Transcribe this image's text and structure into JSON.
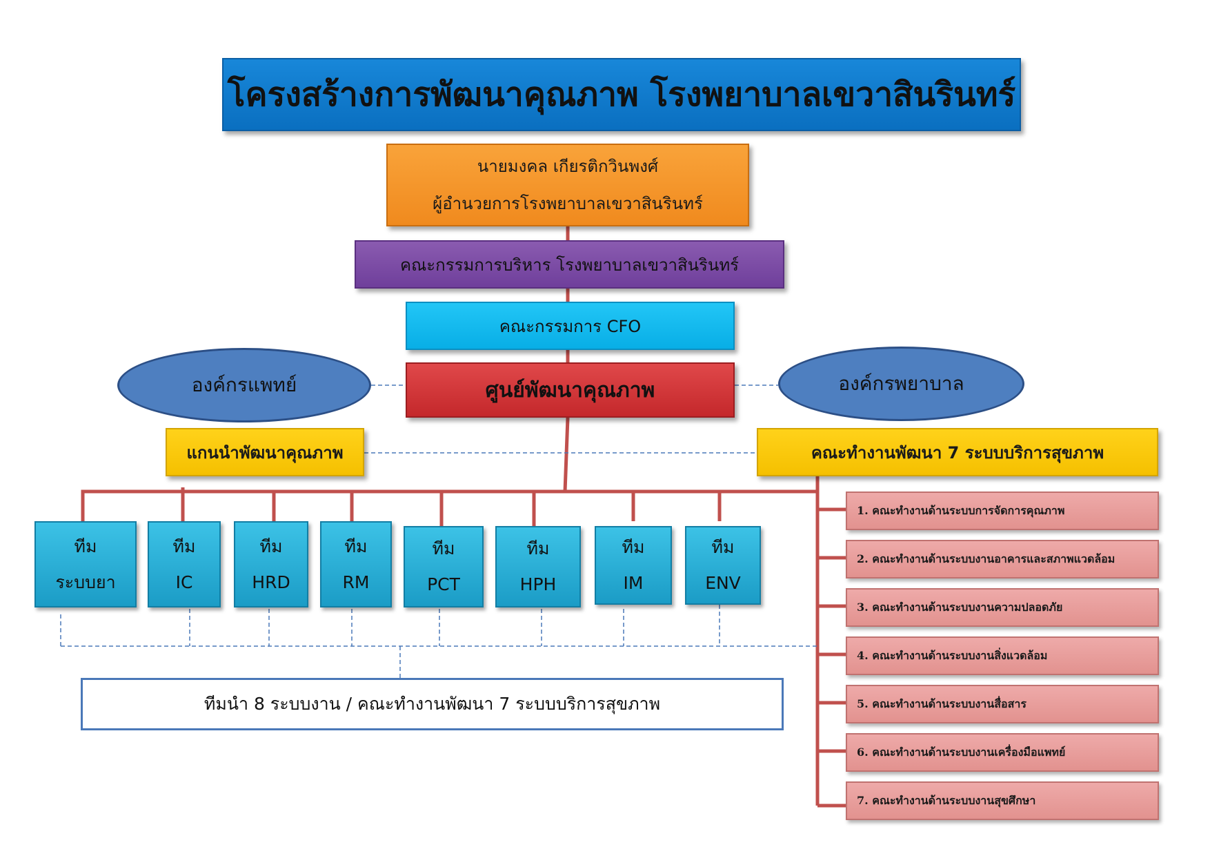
{
  "title": "โครงสร้างการพัฒนาคุณภาพ โรงพยาบาลเขวาสินรินทร์",
  "director": {
    "name": "นายมงคล  เกียรติกวินพงศ์",
    "position": "ผู้อำนวยการโรงพยาบาลเขวาสินรินทร์"
  },
  "executive_committee": "คณะกรรมการบริหาร โรงพยาบาลเขวาสินรินทร์",
  "cfo_committee": "คณะกรรมการ CFO",
  "quality_center": "ศูนย์พัฒนาคุณภาพ",
  "doctor_org": "องค์กรแพทย์",
  "nurse_org": "องค์กรพยาบาล",
  "quality_core_team": "แกนนำพัฒนาคุณภาพ",
  "working_group": "คณะทำงานพัฒนา 7 ระบบบริการสุขภาพ",
  "teams": [
    {
      "line1": "ทีม",
      "line2": "ระบบยา"
    },
    {
      "line1": "ทีม",
      "line2": "IC"
    },
    {
      "line1": "ทีม",
      "line2": "HRD"
    },
    {
      "line1": "ทีม",
      "line2": "RM"
    },
    {
      "line1": "ทีม",
      "line2": "PCT"
    },
    {
      "line1": "ทีม",
      "line2": "HPH"
    },
    {
      "line1": "ทีม",
      "line2": "IM"
    },
    {
      "line1": "ทีม",
      "line2": "ENV"
    }
  ],
  "sub_groups": [
    "1. คณะทำงานด้านระบบการจัดการคุณภาพ",
    "2. คณะทำงานด้านระบบงานอาคารและสภาพแวดล้อม",
    "3. คณะทำงานด้านระบบงานความปลอดภัย",
    "4. คณะทำงานด้านระบบงานสิ่งแวดล้อม",
    "5. คณะทำงานด้านระบบงานสื่อสาร",
    "6. คณะทำงานด้านระบบงานเครื่องมือแพทย์",
    "7. คณะทำงานด้านระบบงานสุขศึกษา"
  ],
  "bottom_note": "ทีมนำ 8 ระบบงาน / คณะทำงานพัฒนา 7 ระบบบริการสุขภาพ",
  "colors": {
    "connector_red": "#c0504d",
    "dashed_blue": "#4a78b8"
  }
}
